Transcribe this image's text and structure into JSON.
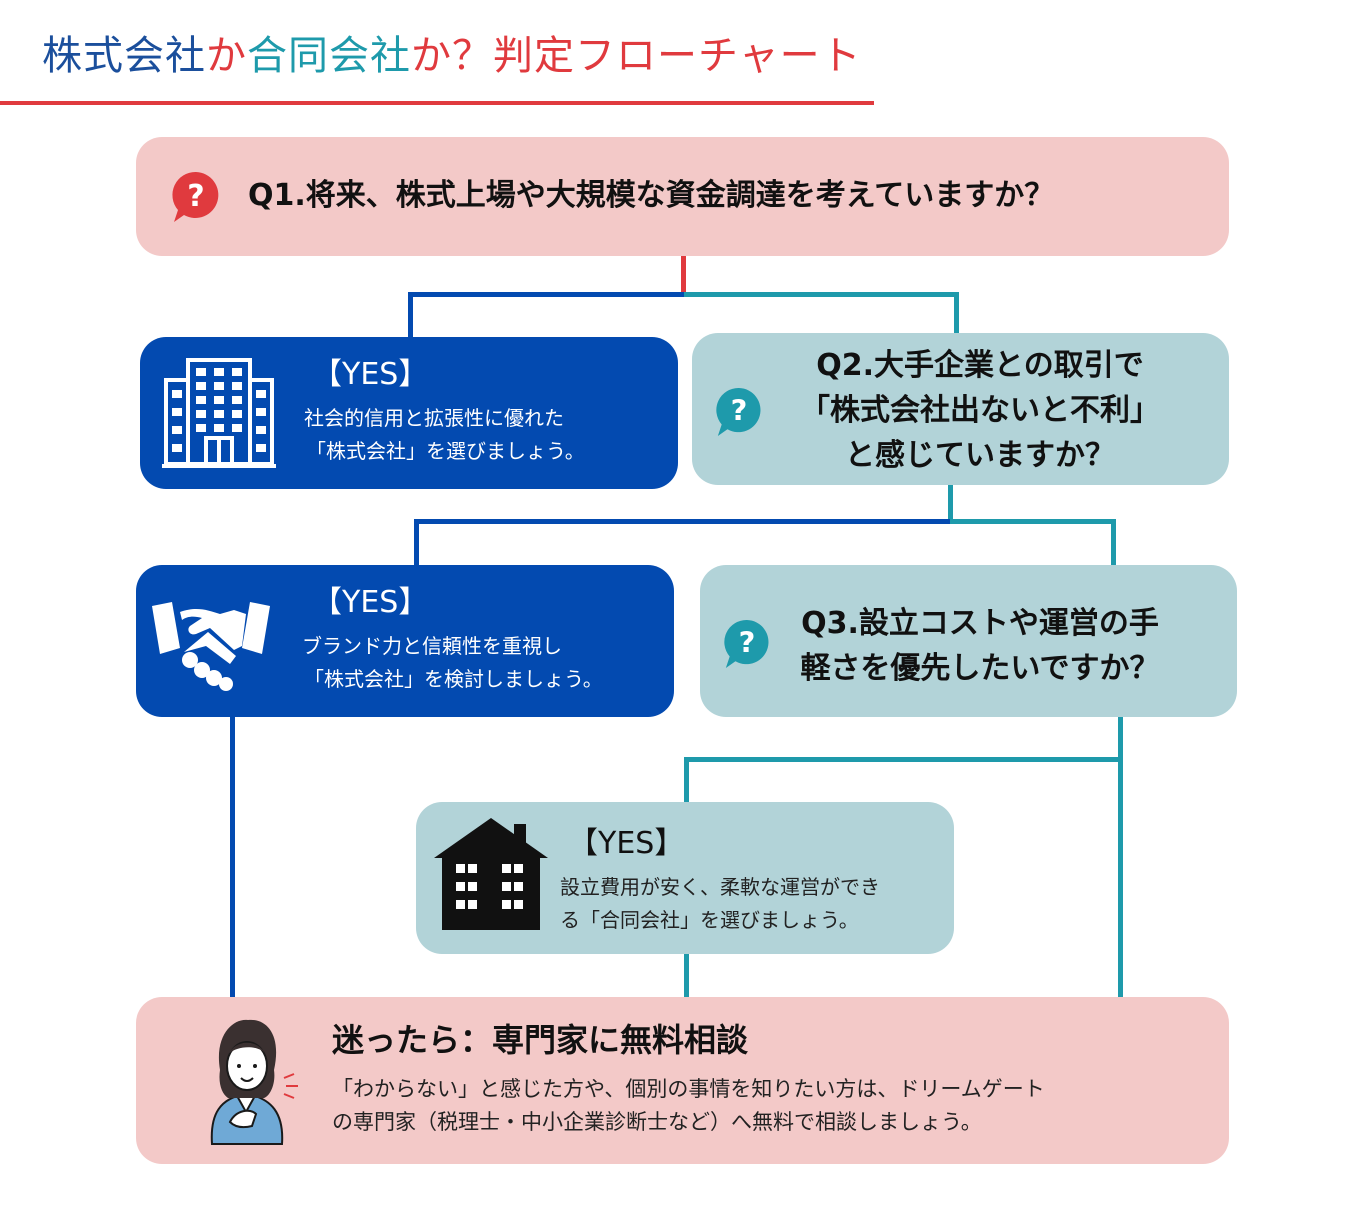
{
  "title": {
    "part1": "株式会社",
    "part2": "か",
    "part3": "合同会社",
    "part4": "か？判定フローチャート"
  },
  "q1": {
    "text": "Q1.将来、株式上場や大規模な資金調達を考えていますか？",
    "icon": "question-speech-bubble-icon"
  },
  "q2": {
    "lines": [
      "Q2.大手企業との取引で",
      "「株式会社出ないと不利」",
      "と感じていますか？"
    ],
    "icon": "question-speech-bubble-icon"
  },
  "q3": {
    "lines": [
      "Q3.設立コストや運営の手",
      "軽さを優先したいですか？"
    ],
    "icon": "question-speech-bubble-icon"
  },
  "yes1": {
    "title": "【YES】",
    "lines": [
      "社会的信用と拡張性に優れた",
      "「株式会社」を選びましょう。"
    ],
    "icon": "office-building-icon"
  },
  "yes2": {
    "title": "【YES】",
    "lines": [
      "ブランド力と信頼性を重視し",
      "「株式会社」を検討しましょう。"
    ],
    "icon": "handshake-icon"
  },
  "yes3": {
    "title": "【YES】",
    "lines": [
      "設立費用が安く、柔軟な運営ができ",
      "る「合同会社」を選びましょう。"
    ],
    "icon": "house-icon"
  },
  "footer": {
    "title": "迷ったら：専門家に無料相談",
    "lines": [
      "「わからない」と感じた方や、個別の事情を知りたい方は、ドリームゲート",
      "の専門家（税理士・中小企業診断士など）へ無料で相談しましょう。"
    ],
    "icon": "consultant-woman-icon"
  },
  "colors": {
    "red": "#e03a3e",
    "navy": "#034ab0",
    "teal": "#1e9aab",
    "pink": "#f3c9c8",
    "light_teal": "#b2d3d8",
    "title_blue": "#1b4f9c"
  }
}
